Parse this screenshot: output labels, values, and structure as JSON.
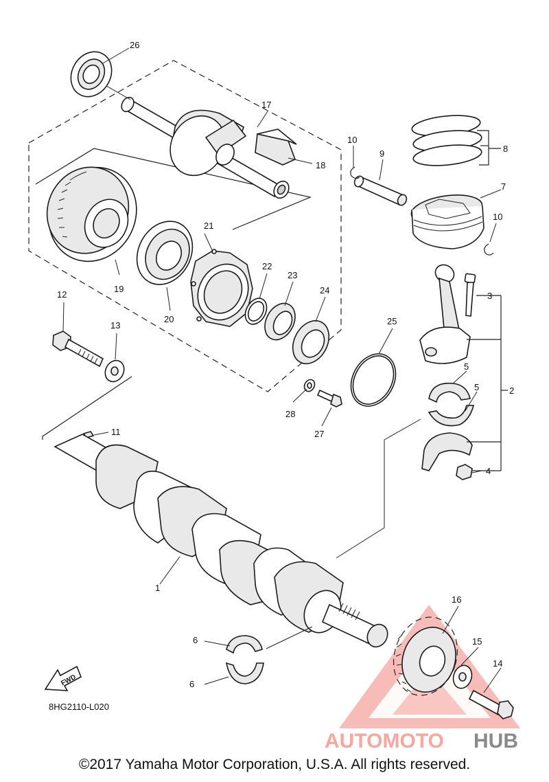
{
  "diagram": {
    "callouts": [
      "1",
      "2",
      "3",
      "4",
      "5",
      "5",
      "6",
      "6",
      "7",
      "8",
      "9",
      "10",
      "10",
      "11",
      "12",
      "13",
      "14",
      "15",
      "16",
      "17",
      "18",
      "19",
      "20",
      "21",
      "22",
      "23",
      "24",
      "25",
      "26",
      "27",
      "28"
    ],
    "fwd_label": "FWD",
    "drawing_code": "8HG2110-L020",
    "copyright": "©2017 Yamaha Motor Corporation, U.S.A. All rights reserved."
  },
  "watermark": {
    "text_accent": "AUTOMOTO",
    "text_dark": "HUB",
    "accent_color": "#f6a7a0",
    "dark_color": "#8a8a8a"
  }
}
